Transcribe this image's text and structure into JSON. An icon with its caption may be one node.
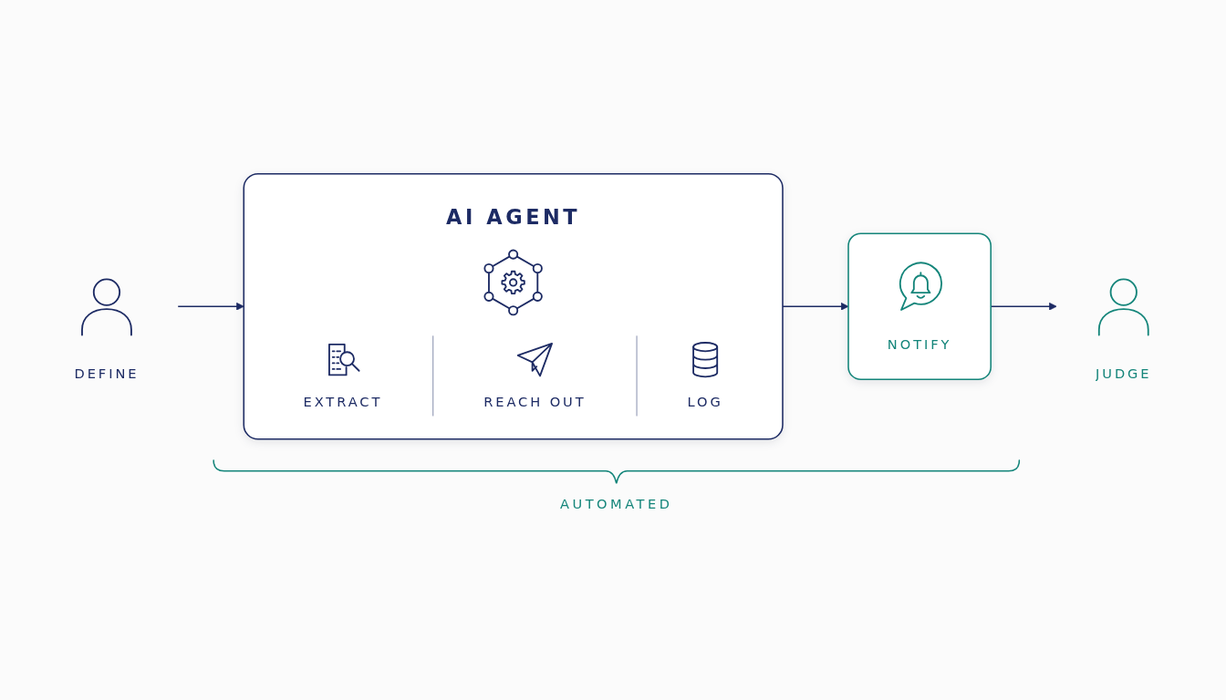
{
  "diagram": {
    "nodes": [
      {
        "text": [
          "DEFINE"
        ]
      },
      {
        "text": [
          "AI AGENT"
        ]
      },
      {
        "text": [
          "EXTRACT"
        ],
        "in": 1
      },
      {
        "text": [
          "REACH OUT"
        ],
        "in": 1
      },
      {
        "text": [
          "LOG"
        ],
        "in": 1
      },
      {
        "text": [
          "NOTIFY"
        ]
      },
      {
        "text": [
          "JUDGE"
        ]
      }
    ],
    "edges": [
      {
        "from": 0,
        "to": 1,
        "arrow": "to"
      },
      {
        "from": 1,
        "to": 5,
        "arrow": "to"
      },
      {
        "from": 5,
        "to": 6,
        "arrow": "to"
      }
    ],
    "labels": [
      "AUTOMATED"
    ]
  }
}
